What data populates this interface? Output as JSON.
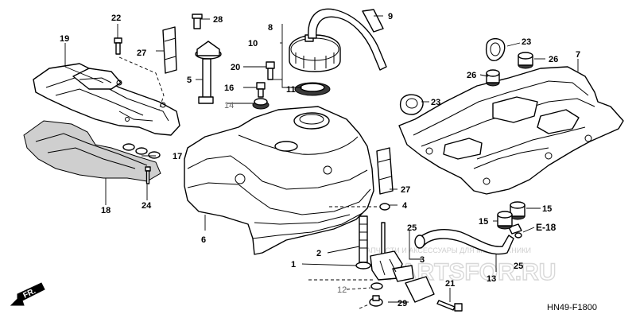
{
  "callouts": {
    "p1": "1",
    "p2": "2",
    "p3": "3",
    "p4": "4",
    "p5": "5",
    "p6": "6",
    "p7": "7",
    "p8": "8",
    "p9": "9",
    "p10": "10",
    "p11": "11",
    "p12": "12",
    "p13": "13",
    "p14": "14",
    "p15a": "15",
    "p15b": "15",
    "p16": "16",
    "p17": "17",
    "p18": "18",
    "p19": "19",
    "p20": "20",
    "p21": "21",
    "p22": "22",
    "p23a": "23",
    "p23b": "23",
    "p24": "24",
    "p25a": "25",
    "p25b": "25",
    "p26a": "26",
    "p26b": "26",
    "p27a": "27",
    "p27b": "27",
    "p28": "28",
    "p29": "29"
  },
  "ref_label": "E-18",
  "diagram_code": "HN49-F1800",
  "direction_label": "FR.",
  "watermark": {
    "text": "ЗАПЧАСТИ И АКСЕССУАРЫ ДЛЯ МОТОТЕХНИКИ",
    "site": "PARTSFOR.RU"
  }
}
